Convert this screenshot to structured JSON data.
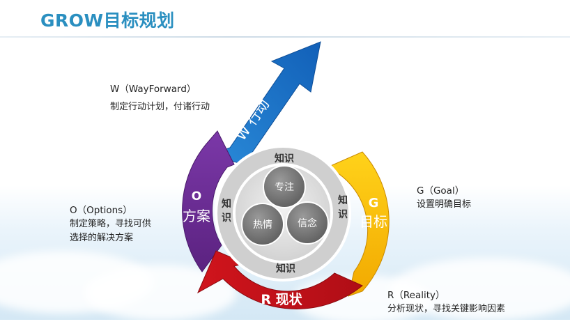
{
  "title": "GROW目标规划",
  "diagram": {
    "arrow_w": "W 行动",
    "seg_g": {
      "letter": "G",
      "word": "目标"
    },
    "seg_o": {
      "letter": "O",
      "word": "方案"
    },
    "seg_r": "R 现状",
    "knowledge_top": "知识",
    "knowledge_bottom": "知识",
    "knowledge_left": "知\n识",
    "knowledge_right": "知\n识",
    "core": [
      "专注",
      "热情",
      "信念"
    ]
  },
  "notes": {
    "w": {
      "heading": "W（WayForward）",
      "body": "制定行动计划，付诸行动"
    },
    "o": {
      "heading": "O（Options）",
      "body_line1": "制定策略，寻找可供",
      "body_line2": "选择的解决方案"
    },
    "g": {
      "heading": "G（Goal）",
      "body": "设置明确目标"
    },
    "r": {
      "heading": "R（Reality）",
      "body": "分析现状，寻找关键影响因素"
    }
  },
  "colors": {
    "title": "#2a8fc0",
    "w_blue": "#1a6fc4",
    "g_yellow": "#f6b800",
    "o_purple": "#6a2c93",
    "r_red": "#c3121b",
    "ring_gray": "#c8c8c8",
    "core_gray": "#7a7a7a"
  }
}
